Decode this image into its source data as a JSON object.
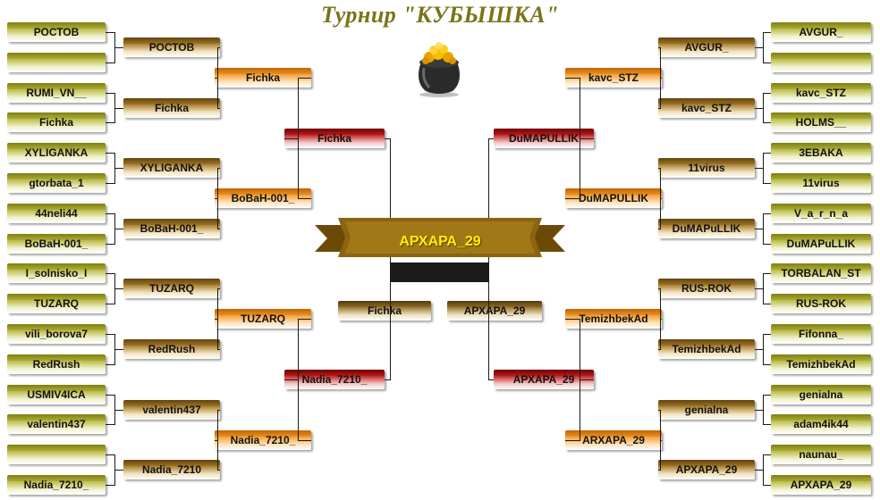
{
  "title": "Турнир \"КУБЫШКА\"",
  "champion": "АРХАРА_29",
  "colors": {
    "round1": "#b8b83c",
    "round2": "#a67a28",
    "round3": "#f59b28",
    "round4": "#c01d1d",
    "final": "#96722a",
    "ribbon": "#8a6410",
    "champion_text": "#fff200"
  },
  "icons": [
    "gold-pot-icon",
    "banner-ribbon-icon"
  ],
  "left": {
    "round1": [
      "РОСТОВ",
      "",
      "RUMI_VN__",
      "Fichka",
      "XYLIGANKA",
      "gtorbata_1",
      "44neli44",
      "BoBaH-001_",
      "I_solnisko_I",
      "TUZARQ",
      "vili_borova7",
      "RedRush",
      "USMIV4ICA",
      "valentin437",
      "",
      "Nadia_7210_"
    ],
    "round2": [
      "РОСТОВ",
      "Fichka",
      "XYLIGANKA",
      "BoBaH-001_",
      "TUZARQ",
      "RedRush",
      "valentin437",
      "Nadia_7210"
    ],
    "round3": [
      "Fichka",
      "BoBaH-001_",
      "TUZARQ",
      "Nadia_7210_"
    ],
    "round4": [
      "Fichka",
      "Nadia_7210_"
    ],
    "final": "Fichka"
  },
  "right": {
    "round1": [
      "AVGUR_",
      "",
      "kavc_STZ",
      "HOLMS__",
      "3EBAKA",
      "11virus",
      "V_a_r_n_a",
      "DuMAPuLLIK",
      "TORBALAN_ST",
      "RUS-ROK",
      "Fifonna_",
      "TemizhbekAd",
      "genialna",
      "adam4ik44",
      "naunau_",
      "АРХАРА_29"
    ],
    "round2": [
      "AVGUR_",
      "kavc_STZ",
      "11virus",
      "DuMAPuLLIK",
      "RUS-ROK",
      "TemizhbekAd",
      "genialna",
      "АРХАРА_29"
    ],
    "round3": [
      "kavc_STZ",
      "DuMAPULLIK",
      "TemizhbekAd",
      "ARXAPA_29"
    ],
    "round4": [
      "DuMAPULLIK",
      "АРХАРА_29"
    ],
    "final": "АРХАРА_29"
  }
}
